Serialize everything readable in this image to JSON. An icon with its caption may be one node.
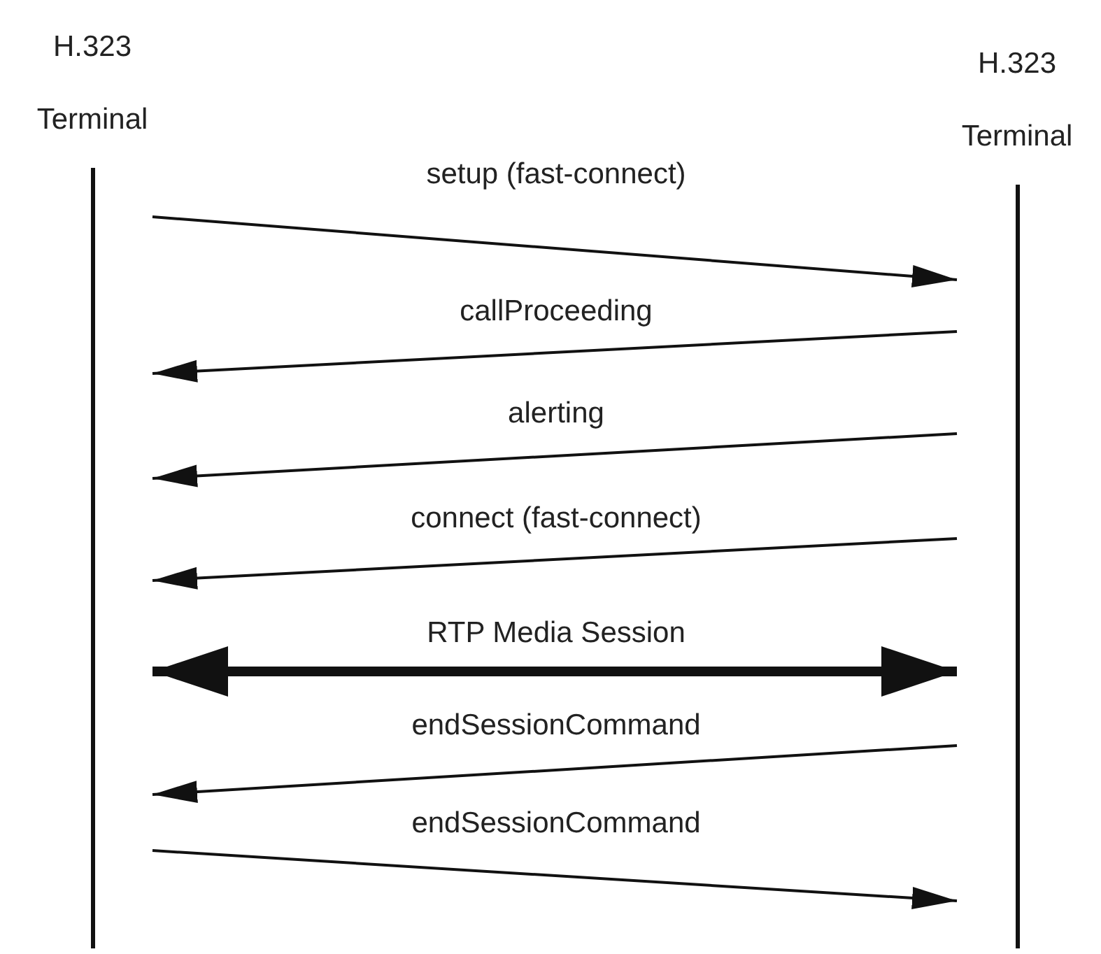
{
  "diagram": {
    "nodes": [
      {
        "text": [
          "H.323 Terminal"
        ]
      },
      {
        "text": [
          "H.323 Terminal"
        ]
      }
    ],
    "edges": [
      {
        "from": 0,
        "to": 1,
        "arrow": "to",
        "label": "setup (fast-connect)"
      },
      {
        "from": 1,
        "to": 0,
        "arrow": "to",
        "label": "callProceeding"
      },
      {
        "from": 1,
        "to": 0,
        "arrow": "to",
        "label": "alerting"
      },
      {
        "from": 1,
        "to": 0,
        "arrow": "to",
        "label": "connect (fast-connect)"
      },
      {
        "from": 0,
        "to": 1,
        "arrow": "both",
        "label": "RTP Media Session",
        "style": "thick"
      },
      {
        "from": 1,
        "to": 0,
        "arrow": "to",
        "label": "endSessionCommand"
      },
      {
        "from": 0,
        "to": 1,
        "arrow": "to",
        "label": "endSessionCommand"
      }
    ]
  }
}
